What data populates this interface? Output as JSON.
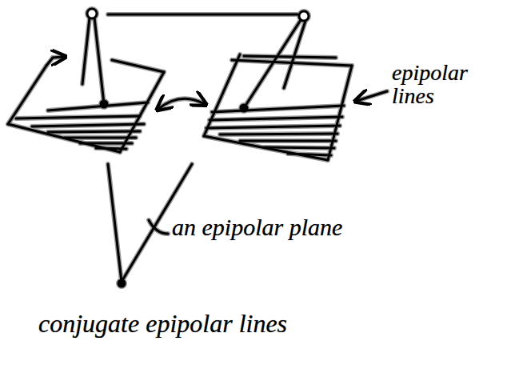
{
  "diagram": {
    "labels": [
      "epipolar lines",
      "an epipolar plane",
      "conjugate epipolar lines"
    ]
  }
}
